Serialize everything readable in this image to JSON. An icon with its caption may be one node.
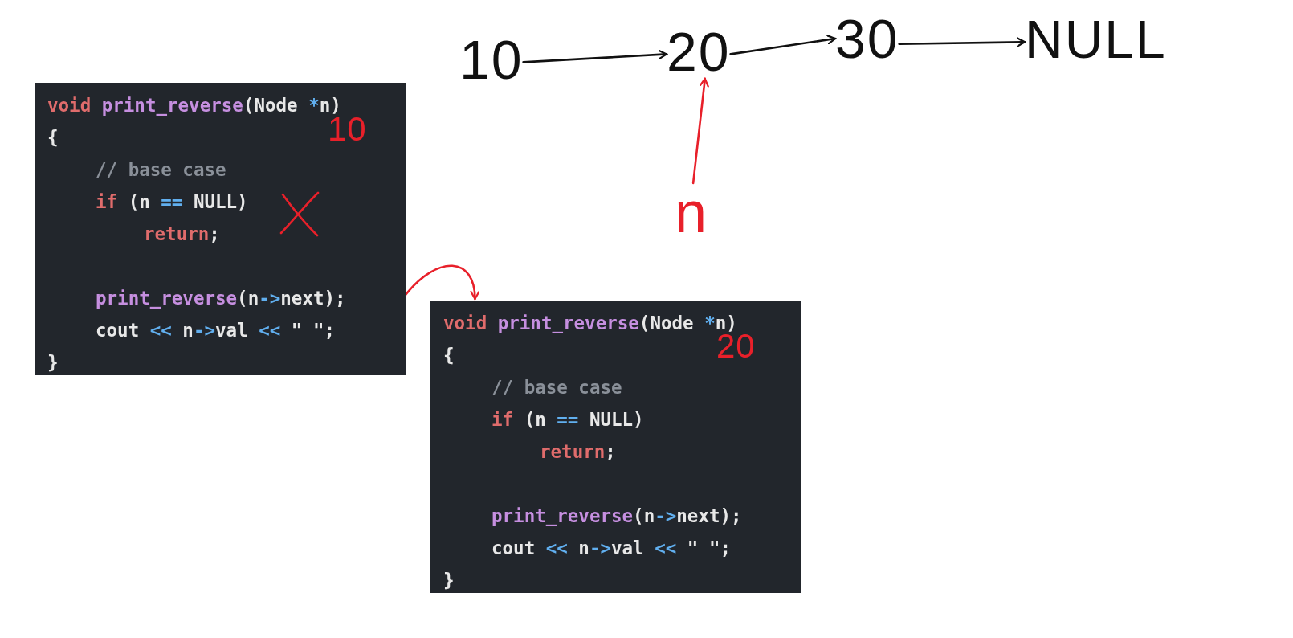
{
  "diagram": {
    "nodes": [
      {
        "text": [
          "10"
        ]
      },
      {
        "text": [
          "20"
        ]
      },
      {
        "text": [
          "30"
        ]
      },
      {
        "text": [
          "NULL"
        ]
      },
      {
        "text": [
          "n"
        ]
      },
      {
        "text": [
          "void print_reverse(Node *n)",
          "{",
          "// base case",
          "if (n == NULL)",
          "return;",
          "print_reverse(n->next);",
          "cout << n->val << \" \";",
          "}"
        ]
      },
      {
        "text": [
          "void print_reverse(Node *n)",
          "{",
          "// base case",
          "if (n == NULL)",
          "return;",
          "print_reverse(n->next);",
          "cout << n->val << \" \";",
          "}"
        ]
      }
    ],
    "edges": [
      {
        "from": 0,
        "to": 1,
        "arrow": "to"
      },
      {
        "from": 1,
        "to": 2,
        "arrow": "to"
      },
      {
        "from": 2,
        "to": 3,
        "arrow": "to"
      },
      {
        "from": 4,
        "to": 1,
        "arrow": "to",
        "color": "#e8202a"
      },
      {
        "from": 5,
        "to": 6,
        "arrow": "to",
        "color": "#e8202a"
      }
    ],
    "labels": [
      "10",
      "20"
    ]
  }
}
